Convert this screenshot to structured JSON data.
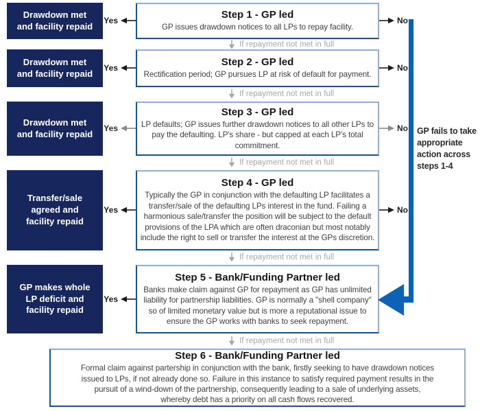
{
  "labels": {
    "yes": "Yes",
    "no": "No",
    "connector": "If repayment not met in full"
  },
  "side_note": "GP fails to take\nappropriate\naction across\nsteps 1-4",
  "rows": [
    {
      "outcome": "Drawdown met\nand facility repaid",
      "title": "Step 1 - GP led",
      "body": "GP issues drawdown notices to all LPs to repay facility."
    },
    {
      "outcome": "Drawdown met\nand facility repaid",
      "title": "Step 2 - GP led",
      "body": "Rectification period; GP pursues LP at risk of default for payment."
    },
    {
      "outcome": "Drawdown met\nand facility repaid",
      "title": "Step 3 - GP led",
      "body": "LP defaults; GP issues further drawdown notices to all other LPs to pay the defaulting. LP's share - but capped at each LP's total commitment."
    },
    {
      "outcome": "Transfer/sale\nagreed and\nfacility repaid",
      "title": "Step 4 - GP led",
      "body": "Typically the GP in conjunction with the defaulting LP facilitates a transfer/sale of the defaulting LPs interest in the fund. Failing a harmonious sale/transfer the position will be subject to the default provisions of the LPA which are often draconian but most notably include the right to sell or transfer the interest at the GPs discretion."
    },
    {
      "outcome": "GP makes whole\nLP deficit and\nfacility repaid",
      "title": "Step 5 - Bank/Funding Partner led",
      "body": "Banks make claim against GP for repayment as GP has unlimited liability for partnership liabilities. GP is normally a \"shell company\" so of limited monetary value but is more a reputational issue to ensure the GP works with banks to seek repayment."
    }
  ],
  "step6": {
    "title": "Step 6 - Bank/Funding Partner led",
    "body": "Formal claim against partership in conjunction with the bank, firstly seeking to have drawdown notices\nissued to LPs, if not already done so. Failure in this instance to satisfy required payment results in the\npursuit of a wind-down of the partnership, consequently leading to a sale of underlying assets,\nwhereby debt has a priority on all cash flows recovered."
  },
  "colors": {
    "navy_box": "#17265C",
    "escalation_blue": "#0E62B6",
    "border_light": "#8FAEDC",
    "border_dark": "#0F55A5",
    "connector_grey": "#A6A6A6"
  }
}
